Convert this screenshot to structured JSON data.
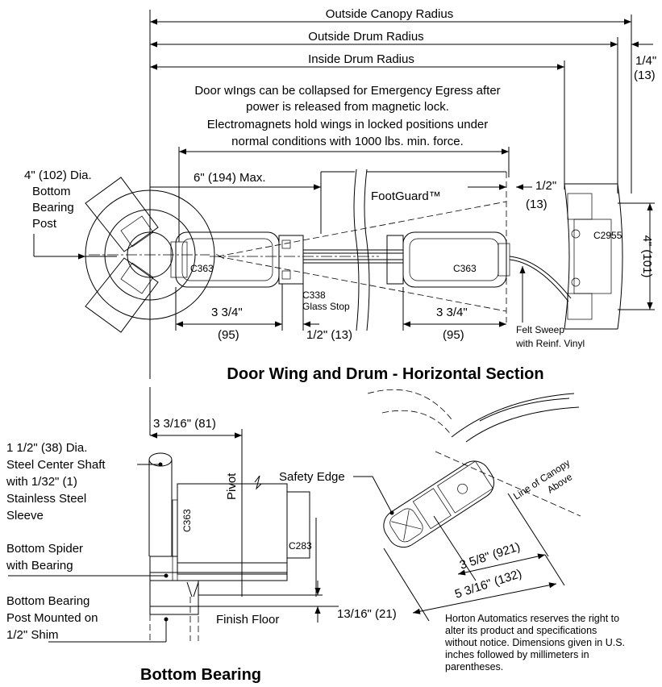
{
  "horizontal_section": {
    "title": "Door Wing and Drum - Horizontal Section",
    "dim_outside_canopy_radius": "Outside Canopy  Radius",
    "dim_outside_drum_radius": "Outside Drum Radius",
    "dim_inside_drum_radius": "Inside Drum Radius",
    "dim_quarter_inch": "1/4\"",
    "dim_quarter_inch_mm": "(13)",
    "note_line1": "Door wIngs can be collapsed for Emergency Egress after",
    "note_line2": "power is released from magnetic lock.",
    "note_line3": "Electromagnets  hold wings in locked positions under",
    "note_line4": "normal conditions with 1000 lbs. min. force.",
    "dim_six_inch": "6\" (194) Max.",
    "footguard": "FootGuard™",
    "dim_half_inch_right": "1/2\"",
    "dim_half_inch_right_mm": "(13)",
    "post_label_1": "4\" (102) Dia.",
    "post_label_2": "Bottom",
    "post_label_3": "Bearing",
    "post_label_4": "Post",
    "part_c363_left": "C363",
    "part_c363_right": "C363",
    "part_c2955": "C2955",
    "part_c338": "C338",
    "glass_stop": "Glass Stop",
    "dim_4_inch": "4\" (101)",
    "dim_3_3_4_left": "3 3/4\"",
    "dim_95_left": "(95)",
    "dim_half_inch_mid": "1/2\" (13)",
    "dim_3_3_4_right": "3 3/4\"",
    "dim_95_right": "(95)",
    "felt_sweep_1": "Felt Sweep",
    "felt_sweep_2": "with Reinf. Vinyl"
  },
  "bottom_bearing": {
    "title": "Bottom Bearing",
    "dim_3_3_16": "3 3/16\" (81)",
    "pivot": "Pivot",
    "shaft_1": "1 1/2\" (38) Dia.",
    "shaft_2": "Steel Center Shaft",
    "shaft_3": "with 1/32\" (1)",
    "shaft_4": "Stainless Steel",
    "shaft_5": "Sleeve",
    "spider_1": "Bottom Spider",
    "spider_2": "with Bearing",
    "post_1": "Bottom Bearing",
    "post_2": "Post Mounted on",
    "post_3": "1/2\" Shim",
    "finish_floor": "Finish Floor",
    "dim_13_16": "13/16\" (21)",
    "part_c363": "C363",
    "part_c283": "C283"
  },
  "safety_edge_detail": {
    "safety_edge": "Safety Edge",
    "line_of_canopy_1": "Line of Canopy",
    "line_of_canopy_2": "Above",
    "dim_3_5_8": "3 5/8\" (921)",
    "dim_5_3_16": "5 3/16\" (132)"
  },
  "disclaimer": "Horton Automatics reserves the right to alter its product and specifications without notice. Dimensions given in U.S. inches followed by millimeters in parentheses."
}
